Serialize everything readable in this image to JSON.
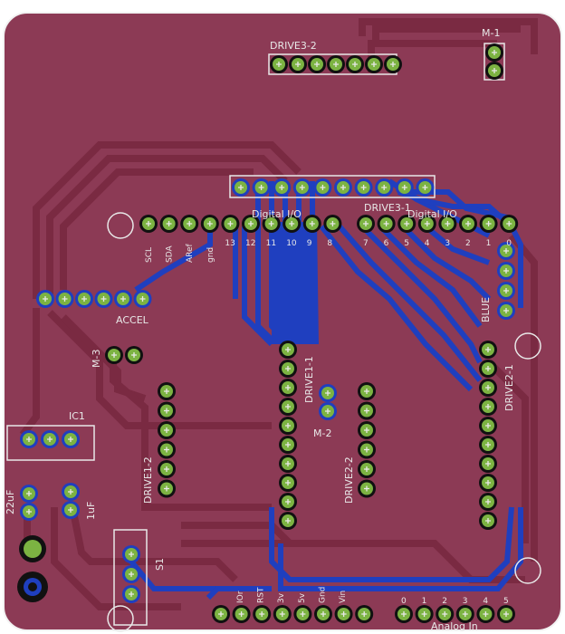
{
  "colors": {
    "board": "#8c3a55",
    "top_trace": "#7a2a42",
    "bottom_trace": "#1f3fbf",
    "pad_ring": "#111111",
    "pad": "#7cb342",
    "silk": "#e8e8e8",
    "outline": "#f2f2f2"
  },
  "labels": {
    "drive3_2": "DRIVE3-2",
    "m1": "M-1",
    "drive3_1": "DRIVE3-1",
    "digital_io_1": "Digital I/O",
    "digital_io_2": "Digital I/O",
    "accel": "ACCEL",
    "m3": "M-3",
    "ic1": "IC1",
    "blue": "BLUE",
    "drive1_1": "DRIVE1-1",
    "drive1_2": "DRIVE1-2",
    "m2": "M-2",
    "drive2_2": "DRIVE2-2",
    "drive2_1": "DRIVE2-1",
    "cap_22uf": "22uF",
    "cap_1uf": "1uF",
    "s1": "S1",
    "analog_in": "Analog In"
  },
  "header_pins_left": [
    "SCL",
    "SDA",
    "ARef",
    "gnd",
    "13",
    "12",
    "11",
    "10",
    "9",
    "8"
  ],
  "header_pins_right": [
    "7",
    "6",
    "5",
    "4",
    "3",
    "2",
    "1",
    "0"
  ],
  "power_pins": [
    "IOr",
    "RST",
    "3v",
    "5v",
    "Gnd",
    "Vin"
  ],
  "analog_pins": [
    "0",
    "1",
    "2",
    "3",
    "4",
    "5"
  ]
}
